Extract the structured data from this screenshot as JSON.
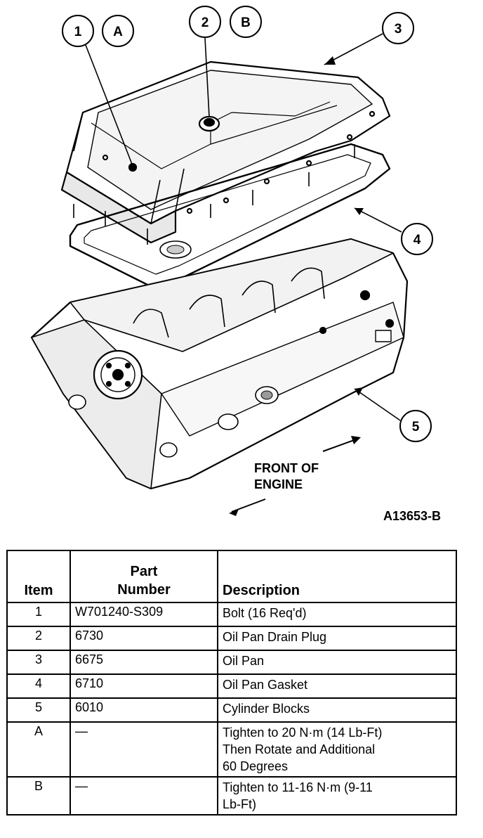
{
  "diagram": {
    "callouts": [
      {
        "id": "c1",
        "label": "1"
      },
      {
        "id": "cA",
        "label": "A"
      },
      {
        "id": "c2",
        "label": "2"
      },
      {
        "id": "cB",
        "label": "B"
      },
      {
        "id": "c3",
        "label": "3"
      },
      {
        "id": "c4",
        "label": "4"
      },
      {
        "id": "c5",
        "label": "5"
      }
    ],
    "front_label_line1": "FRONT OF",
    "front_label_line2": "ENGINE",
    "figure_id": "A13653-B"
  },
  "table": {
    "headers": {
      "item": "Item",
      "part_line1": "Part",
      "part_line2": "Number",
      "description": "Description"
    },
    "rows": [
      {
        "item": "1",
        "part": "W701240-S309",
        "desc": [
          "Bolt (16 Req'd)"
        ]
      },
      {
        "item": "2",
        "part": "6730",
        "desc": [
          "Oil Pan Drain Plug"
        ]
      },
      {
        "item": "3",
        "part": "6675",
        "desc": [
          "Oil Pan"
        ]
      },
      {
        "item": "4",
        "part": "6710",
        "desc": [
          "Oil Pan Gasket"
        ]
      },
      {
        "item": "5",
        "part": "6010",
        "desc": [
          "Cylinder Blocks"
        ]
      },
      {
        "item": "A",
        "part": "—",
        "desc": [
          "Tighten to 20 N·m (14 Lb-Ft)",
          "Then Rotate and Additional",
          "60 Degrees"
        ]
      },
      {
        "item": "B",
        "part": "—",
        "desc": [
          "Tighten to 11-16 N·m (9-11",
          "Lb-Ft)"
        ]
      }
    ]
  }
}
